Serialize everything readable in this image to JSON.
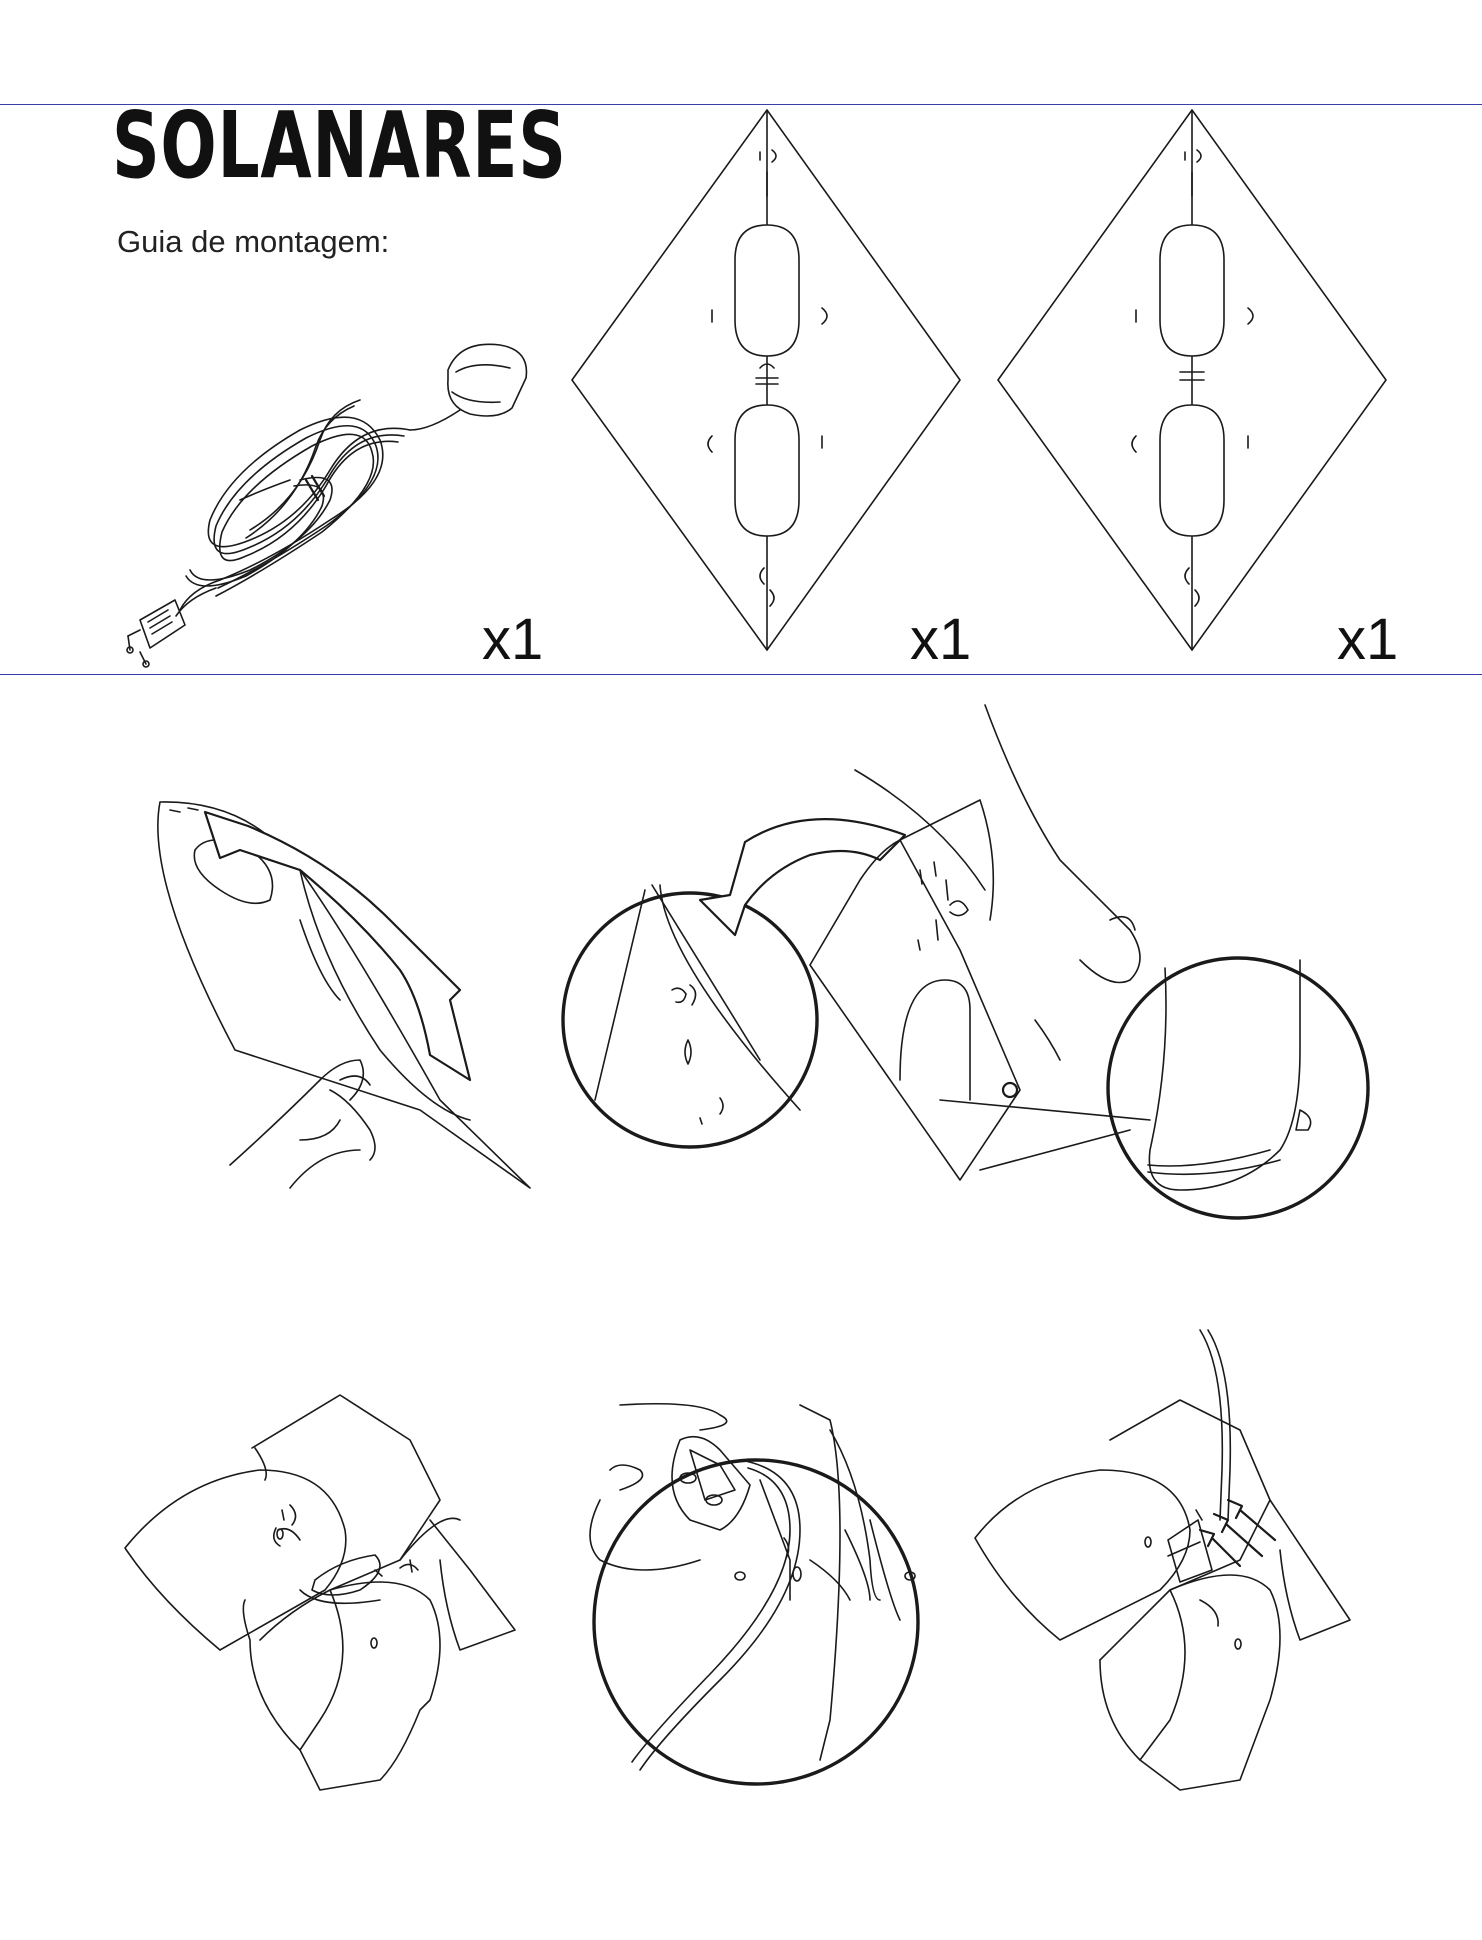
{
  "header": {
    "title": "SOLANARES",
    "subtitle": "Guia de montagem:"
  },
  "parts": [
    {
      "name": "cabo elétrico com casquilho",
      "icon": "power-cord-icon",
      "quantity": "x1"
    },
    {
      "name": "peça losango A",
      "icon": "diamond-panel-icon",
      "quantity": "x1"
    },
    {
      "name": "peça losango B",
      "icon": "diamond-panel-icon",
      "quantity": "x1"
    }
  ],
  "steps": [
    {
      "icon": "fold-panel-step-icon"
    },
    {
      "icon": "join-tabs-detail-icon"
    },
    {
      "icon": "assembled-petals-icon"
    },
    {
      "icon": "insert-socket-detail-icon"
    },
    {
      "icon": "attach-cord-icon"
    }
  ],
  "colors": {
    "rule": "#3a3fa8",
    "ink": "#1a1a1a",
    "background": "#ffffff"
  }
}
